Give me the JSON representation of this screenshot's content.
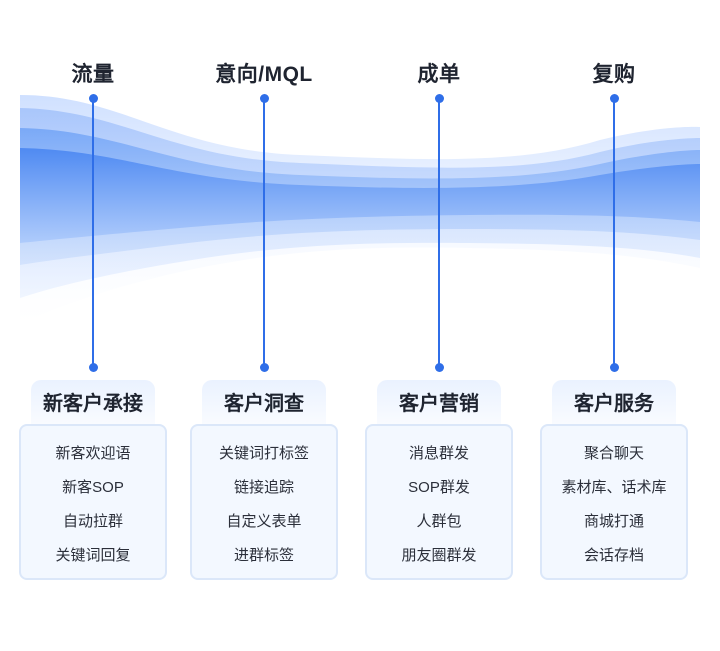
{
  "diagram_title": "",
  "stages": [
    {
      "label": "流量",
      "card_title": "新客户承接",
      "items": [
        "新客欢迎语",
        "新客SOP",
        "自动拉群",
        "关键词回复"
      ]
    },
    {
      "label": "意向/MQL",
      "card_title": "客户洞查",
      "items": [
        "关键词打标签",
        "链接追踪",
        "自定义表单",
        "进群标签"
      ]
    },
    {
      "label": "成单",
      "card_title": "客户营销",
      "items": [
        "消息群发",
        "SOP群发",
        "人群包",
        "朋友圈群发"
      ]
    },
    {
      "label": "复购",
      "card_title": "客户服务",
      "items": [
        "聚合聊天",
        "素材库、话术库",
        "商城打通",
        "会话存档"
      ]
    }
  ],
  "colors": {
    "accent": "#2f6ee8",
    "flow_light": "#dbe8ff",
    "flow_mid": "#a9c6fb",
    "flow_dark": "#5b93f4",
    "card_bg": "#f3f8ff",
    "card_border": "#dbe7f9"
  }
}
